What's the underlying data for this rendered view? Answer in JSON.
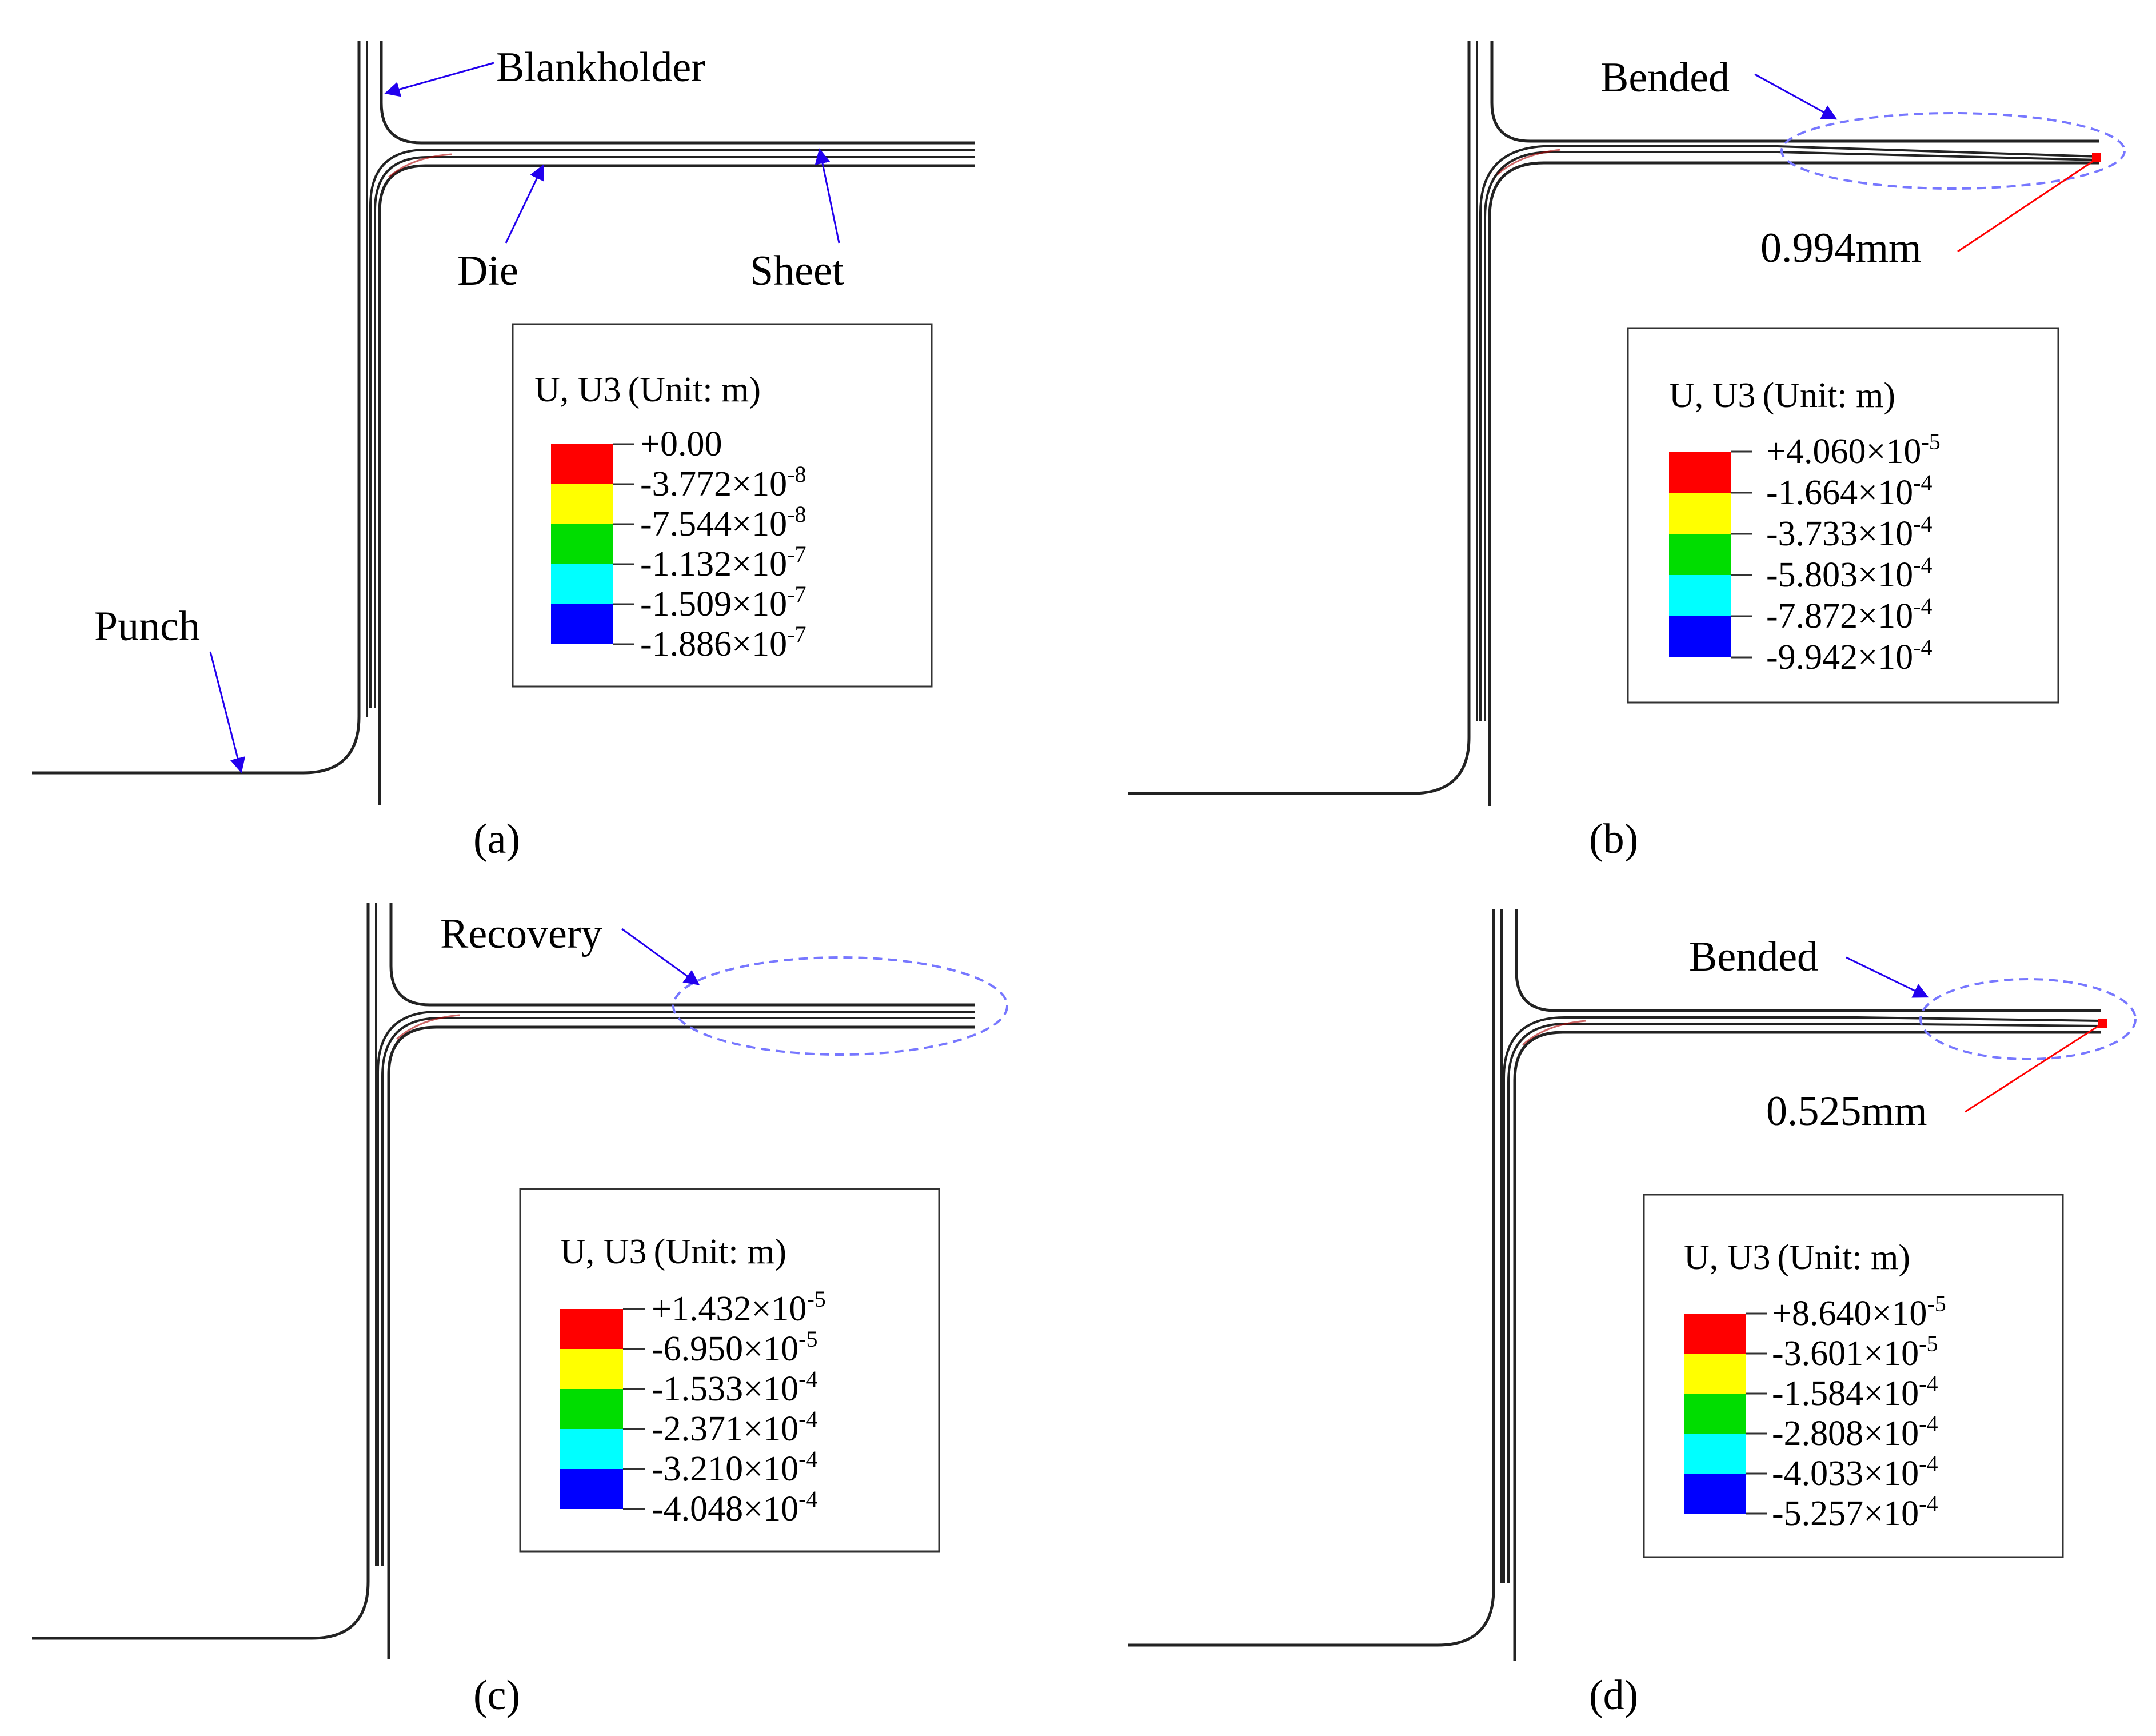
{
  "panels": [
    {
      "id": "a",
      "caption": "(a)",
      "labels": {
        "blankholder": "Blankholder",
        "die": "Die",
        "sheet": "Sheet",
        "punch": "Punch"
      },
      "legend": {
        "title": "U, U3",
        "unit": "(Unit: m)",
        "entries": [
          {
            "mant": "+0.00",
            "exp": ""
          },
          {
            "mant": "-3.772×10",
            "exp": "-8"
          },
          {
            "mant": "-7.544×10",
            "exp": "-8"
          },
          {
            "mant": "-1.132×10",
            "exp": "-7"
          },
          {
            "mant": "-1.509×10",
            "exp": "-7"
          },
          {
            "mant": "-1.886×10",
            "exp": "-7"
          }
        ]
      }
    },
    {
      "id": "b",
      "caption": "(b)",
      "labels": {
        "region": "Bended",
        "displacement": "0.994mm"
      },
      "legend": {
        "title": "U, U3",
        "unit": "(Unit: m)",
        "entries": [
          {
            "mant": "+4.060×10",
            "exp": "-5"
          },
          {
            "mant": "-1.664×10",
            "exp": "-4"
          },
          {
            "mant": "-3.733×10",
            "exp": "-4"
          },
          {
            "mant": "-5.803×10",
            "exp": "-4"
          },
          {
            "mant": "-7.872×10",
            "exp": "-4"
          },
          {
            "mant": "-9.942×10",
            "exp": "-4"
          }
        ]
      }
    },
    {
      "id": "c",
      "caption": "(c)",
      "labels": {
        "region": "Recovery"
      },
      "legend": {
        "title": "U, U3",
        "unit": "(Unit: m)",
        "entries": [
          {
            "mant": "+1.432×10",
            "exp": "-5"
          },
          {
            "mant": "-6.950×10",
            "exp": "-5"
          },
          {
            "mant": "-1.533×10",
            "exp": "-4"
          },
          {
            "mant": "-2.371×10",
            "exp": "-4"
          },
          {
            "mant": "-3.210×10",
            "exp": "-4"
          },
          {
            "mant": "-4.048×10",
            "exp": "-4"
          }
        ]
      }
    },
    {
      "id": "d",
      "caption": "(d)",
      "labels": {
        "region": "Bended",
        "displacement": "0.525mm"
      },
      "legend": {
        "title": "U, U3",
        "unit": "(Unit: m)",
        "entries": [
          {
            "mant": "+8.640×10",
            "exp": "-5"
          },
          {
            "mant": "-3.601×10",
            "exp": "-5"
          },
          {
            "mant": "-1.584×10",
            "exp": "-4"
          },
          {
            "mant": "-2.808×10",
            "exp": "-4"
          },
          {
            "mant": "-4.033×10",
            "exp": "-4"
          },
          {
            "mant": "-5.257×10",
            "exp": "-4"
          }
        ]
      }
    }
  ],
  "colors": {
    "contour": [
      "#ff0000",
      "#ffff00",
      "#00dd00",
      "#00ffff",
      "#0000ff"
    ],
    "annotation_arrow": "#2200ee",
    "dashed_ellipse": "#7777ff",
    "displacement_marker": "#ff0000"
  }
}
